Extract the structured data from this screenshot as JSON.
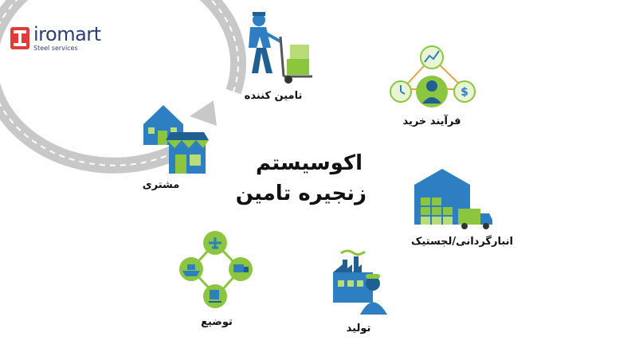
{
  "logo": {
    "name": "iromart",
    "tagline": "Steel services",
    "mark": "I"
  },
  "title": {
    "line1": "اکوسیستم",
    "line2": "زنجیره تامین"
  },
  "stages": [
    {
      "label": "تامین کننده",
      "icon": "supplier-worker-with-cart-icon"
    },
    {
      "label": "فرآیند خرید",
      "icon": "procurement-process-icon"
    },
    {
      "label": "انبارگردانی/لجستیک",
      "icon": "warehouse-truck-icon"
    },
    {
      "label": "تولید",
      "icon": "factory-worker-icon"
    },
    {
      "label": "توضیع",
      "icon": "distribution-transport-icon"
    },
    {
      "label": "مشتری",
      "icon": "customer-store-icon"
    }
  ],
  "colors": {
    "ring": "#c8c8c8",
    "ring_dash": "#ffffff",
    "blue": "#2e7fc1",
    "blue_dark": "#1f5f94",
    "green": "#8cc63f",
    "green_light": "#b7dc78",
    "logo_red": "#e53935",
    "logo_text": "#2c3e78"
  }
}
